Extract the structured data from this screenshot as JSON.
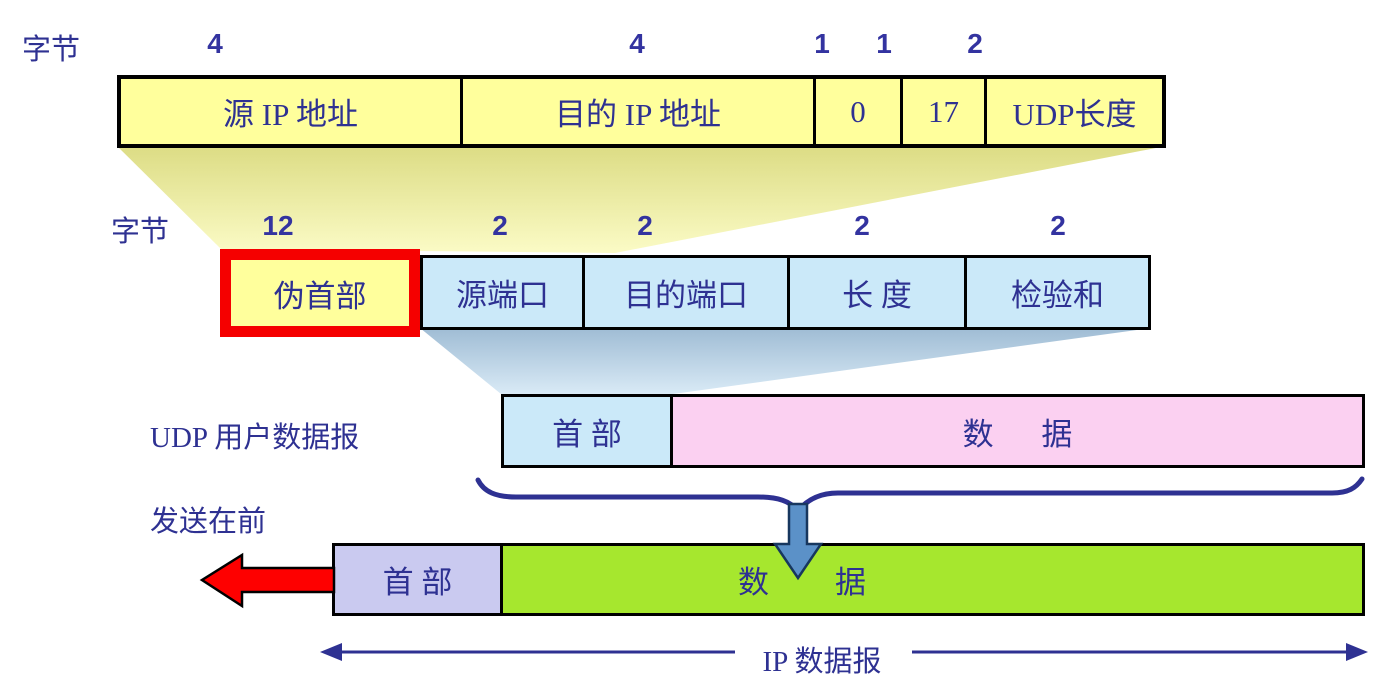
{
  "colors": {
    "cell_yellow": "#FFFF9C",
    "cell_blue": "#CBE9F9",
    "cell_pink": "#FBD0F1",
    "cell_green": "#A6E72E",
    "cell_purple": "#CACAF0",
    "pseudo_border_red": "#F50000",
    "arrow_red": "#FE0000",
    "block_arrow_blue": "#5B91C8",
    "text_navy": "#2E3192"
  },
  "pseudo_header_row": {
    "byte_label": "字节",
    "sizes": [
      "4",
      "4",
      "1",
      "1",
      "2"
    ],
    "cells": [
      "源 IP 地址",
      "目的 IP 地址",
      "0",
      "17",
      "UDP长度"
    ]
  },
  "udp_header_row": {
    "byte_label": "字节",
    "sizes": [
      "12",
      "2",
      "2",
      "2",
      "2"
    ],
    "pseudo_cell": "伪首部",
    "cells": [
      "源端口",
      "目的端口",
      "长 度",
      "检验和"
    ]
  },
  "udp_datagram_row": {
    "label": "UDP 用户数据报",
    "header_cell": "首 部",
    "data_cell": "数 据"
  },
  "ip_row": {
    "send_first_label": "发送在前",
    "header_cell": "首 部",
    "data_left": "数",
    "data_right": "据"
  },
  "ip_datagram_label": "IP 数据报"
}
